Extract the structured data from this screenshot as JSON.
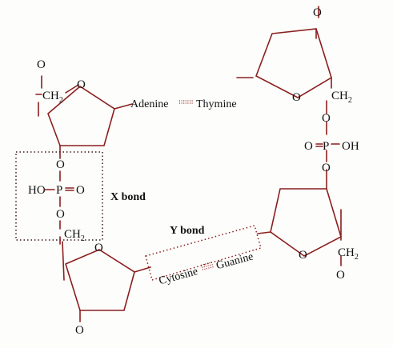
{
  "atoms": {
    "oxygen": "O",
    "ch2": "CH",
    "ch2_sub": "2",
    "phosphorus": "P"
  },
  "left_phosphate": {
    "hydroxyl": "HO",
    "oxo": "O"
  },
  "right_phosphate": {
    "oxo": "O",
    "hydroxyl": "OH"
  },
  "bases": {
    "adenine": "Adenine",
    "thymine": "Thymine",
    "cytosine": "Cytosine",
    "guanine": "Guanine"
  },
  "labels": {
    "x_bond": "X bond",
    "y_bond": "Y bond"
  },
  "colors": {
    "bond": "#8a1f1f",
    "box": "#3a1a1a"
  }
}
